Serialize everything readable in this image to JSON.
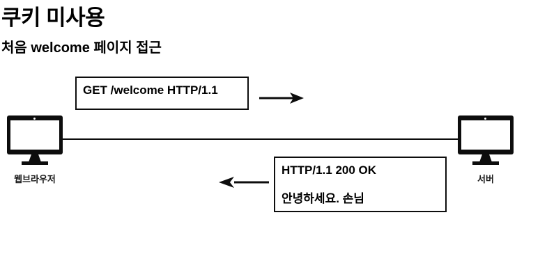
{
  "slide": {
    "title": "쿠키 미사용",
    "subtitle": "처음 welcome 페이지 접근",
    "background_color": "#ffffff",
    "ink_color": "#0d0d0d"
  },
  "nodes": {
    "client": {
      "label": "웹브라우저",
      "icon": "desktop-monitor-icon"
    },
    "server": {
      "label": "서버",
      "icon": "desktop-monitor-icon"
    }
  },
  "messages": {
    "request": {
      "direction": "client-to-server",
      "arrow_icon": "arrow-right-icon",
      "lines": [
        "GET /welcome HTTP/1.1"
      ]
    },
    "response": {
      "direction": "server-to-client",
      "arrow_icon": "arrow-left-icon",
      "lines": [
        "HTTP/1.1 200 OK",
        "안녕하세요. 손님"
      ]
    }
  }
}
